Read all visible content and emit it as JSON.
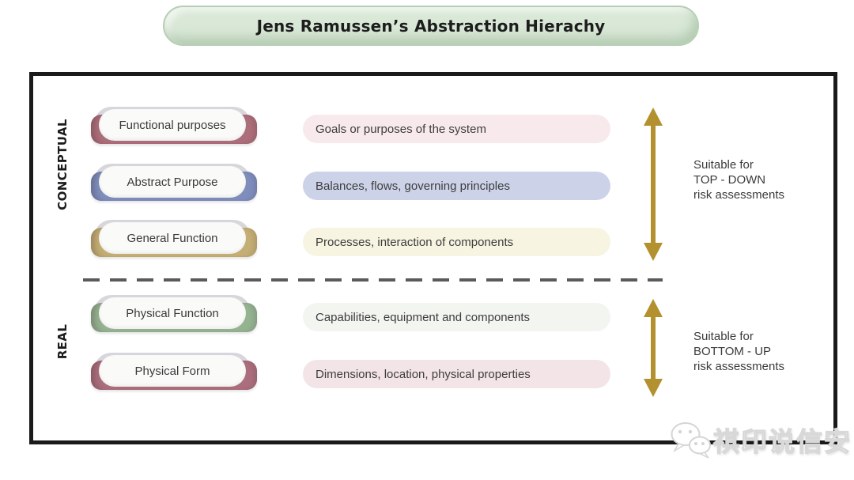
{
  "title": "Jens Ramussen’s Abstraction Hierachy",
  "side_labels": {
    "conceptual": "CONCEPTUAL",
    "real": "REAL"
  },
  "rows": [
    {
      "level": "Functional purposes",
      "description": "Goals or purposes of the system",
      "pill_color": "#ac6e7a",
      "desc_color": "#f7e9ec"
    },
    {
      "level": "Abstract Purpose",
      "description": "Balances, flows, governing principles",
      "pill_color": "#7f8dbd",
      "desc_color": "#ccd2e8"
    },
    {
      "level": "General Function",
      "description": "Processes, interaction of components",
      "pill_color": "#c4ae74",
      "desc_color": "#f7f4e1"
    },
    {
      "level": "Physical Function",
      "description": "Capabilities, equipment and components",
      "pill_color": "#95b291",
      "desc_color": "#f3f5f1"
    },
    {
      "level": "Physical Form",
      "description": "Dimensions, location, physical properties",
      "pill_color": "#ab6e7c",
      "desc_color": "#f3e4e7"
    }
  ],
  "annotations": {
    "top_down": {
      "line1": "Suitable for",
      "line2": "TOP - DOWN",
      "line3": "risk assessments"
    },
    "bottom_up": {
      "line1": "Suitable for",
      "line2": "BOTTOM - UP",
      "line3": "risk assessments"
    }
  },
  "watermark": {
    "text": "祺印说信安",
    "icon": "wechat-icon"
  },
  "colors": {
    "arrow": "#b3912f",
    "divider": "#5a5a5a",
    "banner_bg": "#d9e8d7",
    "banner_border": "#b6cfb4",
    "frame_border": "#1a1a1a"
  }
}
